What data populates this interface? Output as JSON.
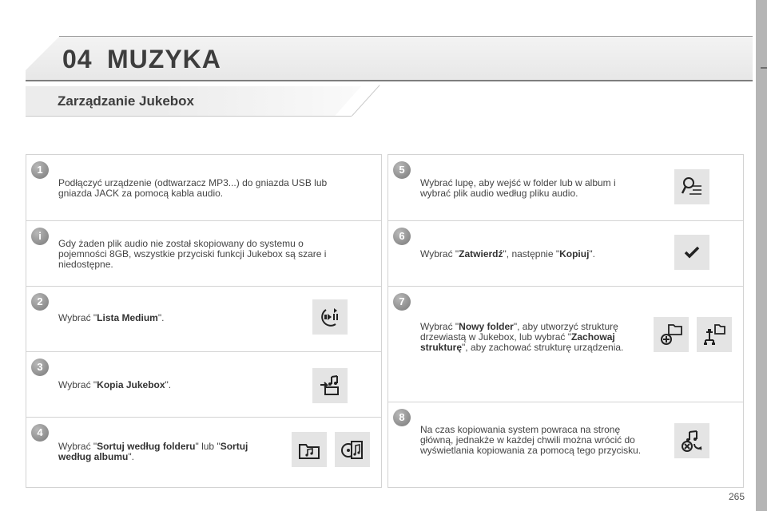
{
  "header": {
    "chapter_number": "04",
    "chapter_title": "MUZYKA",
    "section_title": "Zarządzanie Jukebox"
  },
  "steps": {
    "s1": {
      "badge": "1",
      "text": "Podłączyć urządzenie (odtwarzacz MP3...) do gniazda USB lub gniazda JACK za pomocą kabla audio."
    },
    "info": {
      "badge": "i",
      "text": "Gdy żaden plik audio nie został skopiowany do systemu o pojemności 8GB, wszystkie przyciski funkcji Jukebox są szare i niedostępne."
    },
    "s2": {
      "badge": "2",
      "pre": "Wybrać \"",
      "bold": "Lista Medium",
      "post": "\"."
    },
    "s3": {
      "badge": "3",
      "pre": "Wybrać \"",
      "bold": "Kopia Jukebox",
      "post": "\"."
    },
    "s4": {
      "badge": "4",
      "pre": "Wybrać \"",
      "bold1": "Sortuj według folderu",
      "mid": "\" lub \"",
      "bold2": "Sortuj według albumu",
      "post": "\"."
    },
    "s5": {
      "badge": "5",
      "text": "Wybrać lupę, aby wejść w folder lub w album i wybrać plik audio według pliku audio."
    },
    "s6": {
      "badge": "6",
      "pre": "Wybrać \"",
      "bold1": "Zatwierdź",
      "mid": "\", następnie \"",
      "bold2": "Kopiuj",
      "post": "\"."
    },
    "s7": {
      "badge": "7",
      "pre": "Wybrać \"",
      "bold1": "Nowy folder",
      "mid": "\", aby utworzyć strukturę drzewiastą w Jukebox, lub wybrać \"",
      "bold2": "Zachowaj strukturę",
      "post": "\", aby zachować strukturę urządzenia."
    },
    "s8": {
      "badge": "8",
      "text": "Na czas kopiowania system powraca na stronę główną, jednakże w każdej chwili można wrócić do wyświetlania kopiowania za pomocą tego przycisku."
    }
  },
  "icons": {
    "s2": "media-list-icon",
    "s3": "copy-jukebox-icon",
    "s4a": "sort-by-folder-icon",
    "s4b": "sort-by-album-icon",
    "s5": "magnifier-list-icon",
    "s6": "checkmark-icon",
    "s7a": "new-folder-icon",
    "s7b": "keep-structure-icon",
    "s8": "copy-progress-icon"
  },
  "page_number": "265"
}
